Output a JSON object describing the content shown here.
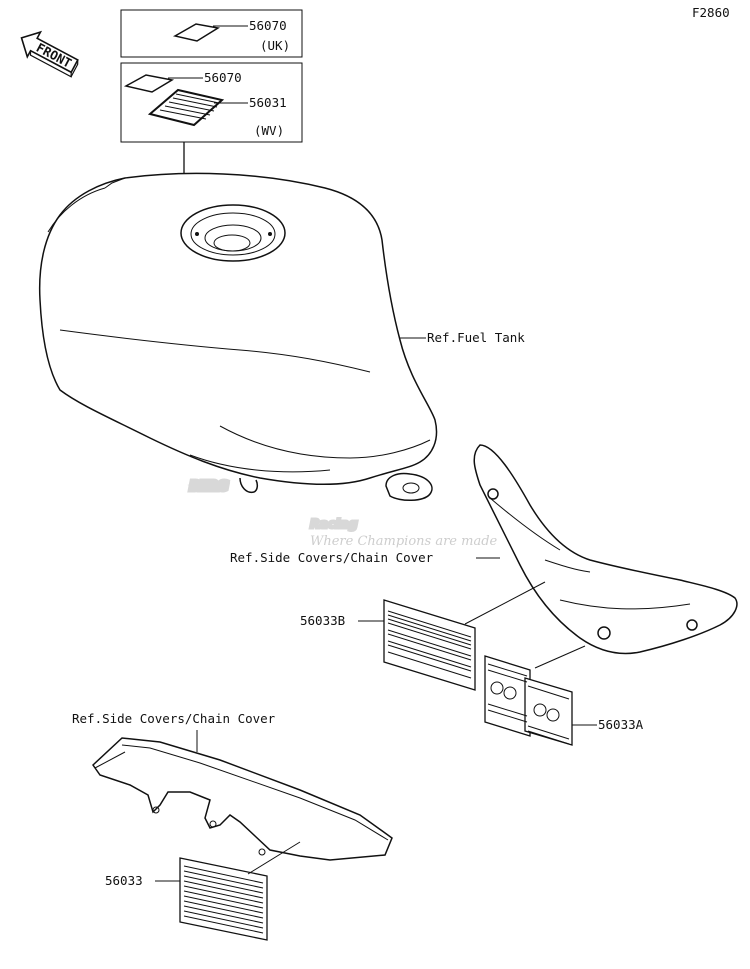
{
  "figure_code": "F2860",
  "front_label": "FRONT",
  "watermark": {
    "brand": "BERG",
    "brand_sub": "Racing",
    "tagline": "Where Champions are made"
  },
  "boxes": [
    {
      "part": "56070",
      "note": "(UK)"
    },
    {
      "parts": [
        "56070",
        "56031"
      ],
      "note": "(WV)"
    }
  ],
  "refs": {
    "fuel_tank": "Ref.Fuel Tank",
    "side_covers_upper": "Ref.Side Covers/Chain Cover",
    "side_covers_lower": "Ref.Side Covers/Chain Cover"
  },
  "labels": {
    "p56033B": "56033B",
    "p56033A": "56033A",
    "p56033": "56033"
  }
}
